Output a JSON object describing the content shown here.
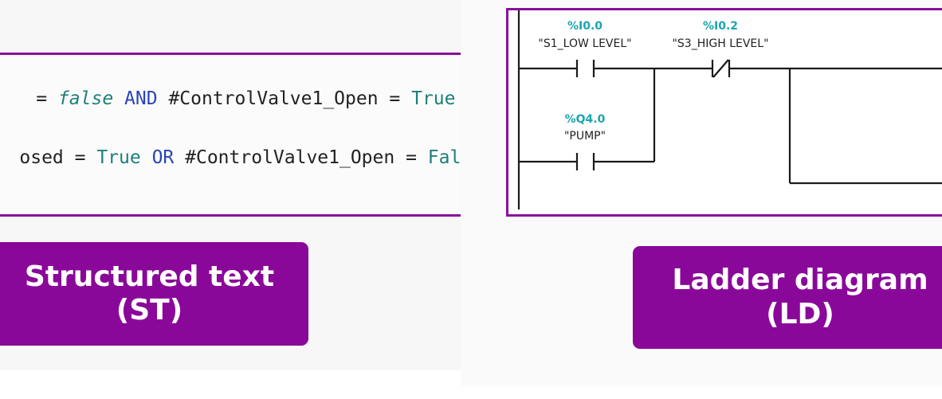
{
  "structured_text": {
    "line1": {
      "t1": " = ",
      "t2": "false",
      "t3": " ",
      "t4": "AND",
      "t5": " #ControlValve1_Open = ",
      "t6": "True"
    },
    "line2": {
      "t1": "osed = ",
      "t2": "True",
      "t3": " ",
      "t4": "OR",
      "t5": " #ControlValve1_Open = ",
      "t6": "False"
    },
    "label_line1": "Structured text",
    "label_line2": "(ST)"
  },
  "ladder": {
    "contact1": {
      "address": "%I0.0",
      "tag": "\"S1_LOW LEVEL\""
    },
    "contact2": {
      "address": "%I0.2",
      "tag": "\"S3_HIGH LEVEL\""
    },
    "contact3": {
      "address": "%Q4.0",
      "tag": "\"PUMP\""
    },
    "label_line1": "Ladder diagram",
    "label_line2": "(LD)"
  },
  "colors": {
    "accent_purple": "#8a0899",
    "keyword_blue": "#2b44b8",
    "value_teal": "#1f7f7a",
    "address_cyan": "#19a6ad"
  }
}
